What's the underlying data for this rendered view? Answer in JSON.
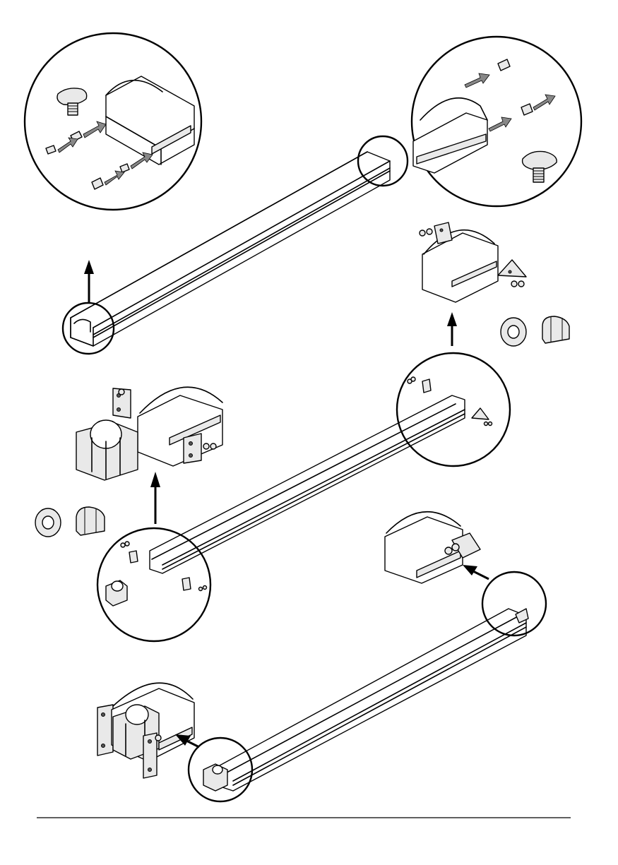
{
  "page": {
    "title": "",
    "footer_text": ""
  },
  "steps": [
    {
      "id": "step-1",
      "part": "rail-with-slide-in-nuts"
    },
    {
      "id": "step-2",
      "part": "rail-with-end-brackets"
    },
    {
      "id": "step-3",
      "part": "rail-with-cable-clamp"
    },
    {
      "id": "step-4",
      "part": "assembled-rail"
    }
  ],
  "icons": [
    "t-bolt-icon",
    "washer-icon",
    "cap-nut-icon",
    "corner-bracket-icon",
    "cable-clamp-icon"
  ],
  "colors": {
    "line": "#000000",
    "fill": "#e9e9e9",
    "background": "#ffffff"
  }
}
